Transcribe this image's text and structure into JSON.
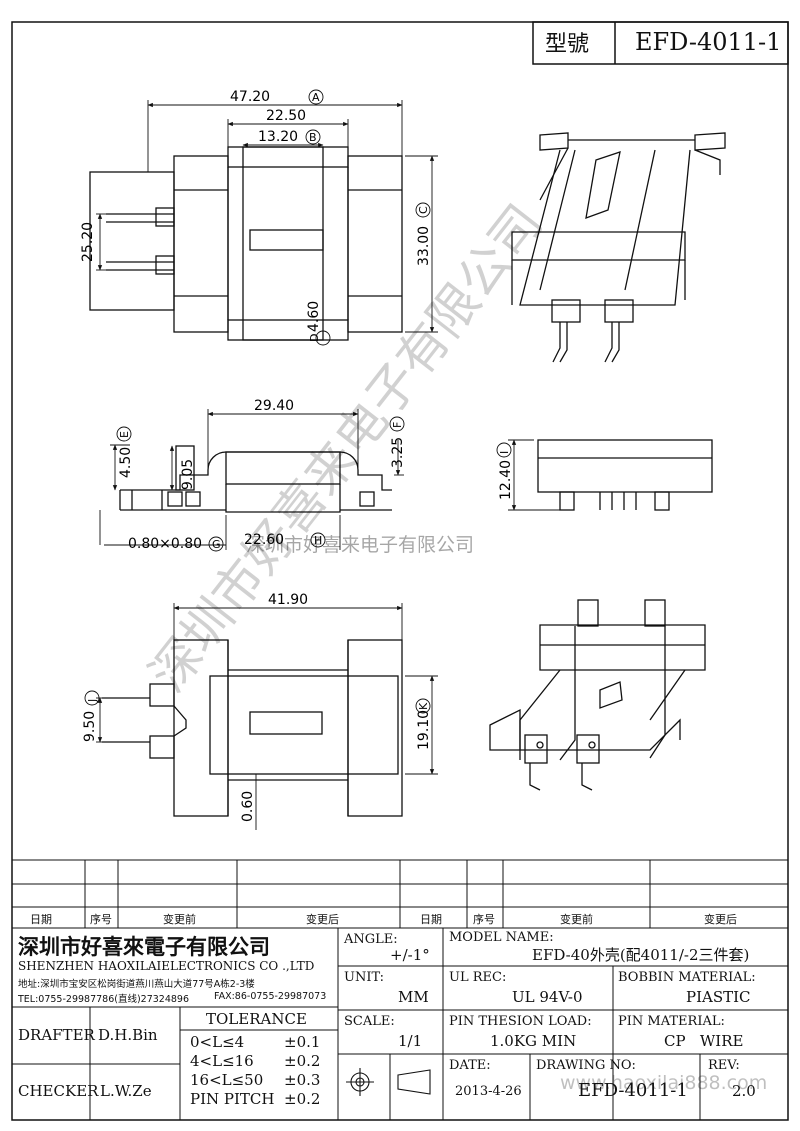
{
  "title_box": {
    "label": "型號",
    "model": "EFD-4011-1"
  },
  "dimensions": {
    "top_view": {
      "overall_width": "47.20",
      "overall_width_tag": "A",
      "mid_width": "22.50",
      "inner_width": "13.20",
      "inner_width_tag": "B",
      "height": "33.00",
      "height_tag": "C",
      "pin_span": "25.20",
      "slot": "4.60",
      "slot_tag": "D"
    },
    "side_view": {
      "width": "29.40",
      "left_height": "4.50",
      "left_height_tag": "E",
      "inner_height": "9.05",
      "right_height": "3.25",
      "right_height_tag": "F",
      "pin_size": "0.80×0.80",
      "pin_size_tag": "G",
      "base_width": "22.60",
      "base_width_tag": "H",
      "total_height": "12.40",
      "total_height_tag": "I"
    },
    "bottom_view": {
      "width": "41.90",
      "pin_pitch": "9.50",
      "pin_pitch_tag": "J",
      "height": "19.10",
      "height_tag": "K",
      "gap": "0.60"
    }
  },
  "watermarks": {
    "diagonal": "深圳市好喜来电子有限公司",
    "center": "深圳市好喜来电子有限公司",
    "bottom": "www.haoxilai888.com"
  },
  "revision_table": {
    "headers": [
      "日期",
      "序号",
      "变更前",
      "变更后",
      "日期",
      "序号",
      "变更前",
      "变更后"
    ]
  },
  "titleblock": {
    "company_cn": "深圳市好喜來電子有限公司",
    "company_en": "SHENZHEN HAOXILAIELECTRONICS CO .,LTD",
    "address": "地址:深圳市宝安区松岗街道燕川燕山大道77号A栋2-3楼",
    "tel": "TEL:0755-29987786(直线)27324896",
    "fax": "FAX:86-0755-29987073",
    "drafter_label": "DRAFTER",
    "drafter": "D.H.Bin",
    "checker_label": "CHECKER",
    "checker": "L.W.Ze",
    "tolerance_label": "TOLERANCE",
    "tolerances": [
      {
        "range": "0<L≤4",
        "tol": "±0.1"
      },
      {
        "range": "4<L≤16",
        "tol": "±0.2"
      },
      {
        "range": "16<L≤50",
        "tol": "±0.3"
      },
      {
        "range": "PIN PITCH",
        "tol": "±0.2"
      }
    ],
    "angle_label": "ANGLE:",
    "angle": "+/-1°",
    "unit_label": "UNIT:",
    "unit": "MM",
    "scale_label": "SCALE:",
    "scale": "1/1",
    "model_name_label": "MODEL NAME:",
    "model_name": "EFD-40外壳(配4011/-2三件套)",
    "ul_rec_label": "UL REC:",
    "ul_rec": "UL 94V-0",
    "bobbin_material_label": "BOBBIN MATERIAL:",
    "bobbin_material": "PIASTIC",
    "pin_load_label": "PIN THESION LOAD:",
    "pin_load": "1.0KG MIN",
    "pin_material_label": "PIN MATERIAL:",
    "pin_material": "CP   WIRE",
    "date_label": "DATE:",
    "date": "2013-4-26",
    "drawing_no_label": "DRAWING NO:",
    "drawing_no": "EFD-4011-1",
    "rev_label": "REV:",
    "rev": "2.0"
  }
}
